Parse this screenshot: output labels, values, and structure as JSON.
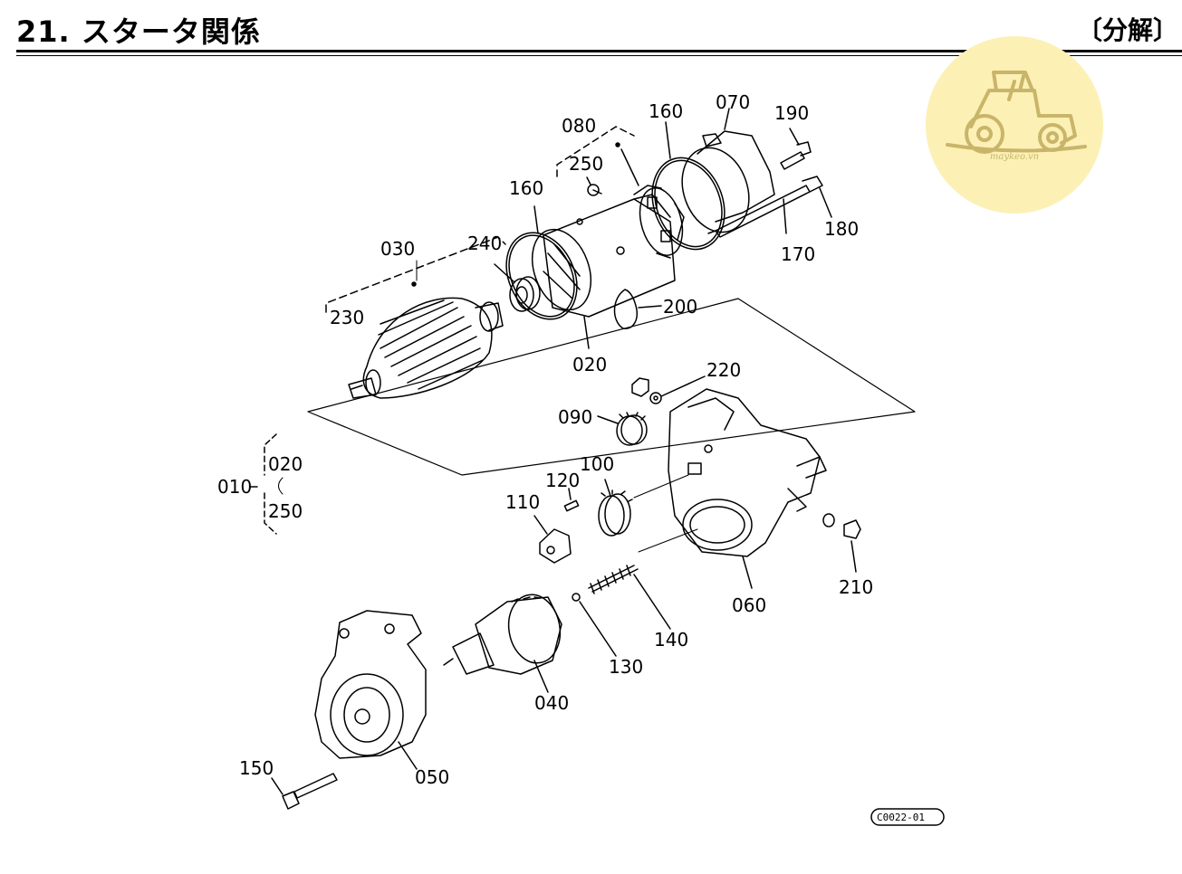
{
  "header": {
    "title": "21. スタータ関係",
    "tag": "〔分解〕"
  },
  "watermark": {
    "text": "maykeo.vn",
    "color": "#c9b56a",
    "bg": "#fcf0b5"
  },
  "labels": {
    "p010": "010",
    "p020_group": "020",
    "p250_group": "250",
    "p020": "020",
    "p030": "030",
    "p040": "040",
    "p050": "050",
    "p060": "060",
    "p070": "070",
    "p080": "080",
    "p090": "090",
    "p100": "100",
    "p110": "110",
    "p120": "120",
    "p130": "130",
    "p140": "140",
    "p150": "150",
    "p160a": "160",
    "p160b": "160",
    "p170": "170",
    "p180": "180",
    "p190": "190",
    "p200": "200",
    "p210": "210",
    "p220": "220",
    "p230": "230",
    "p240": "240",
    "p250": "250"
  },
  "figure_code": "C0022-01"
}
